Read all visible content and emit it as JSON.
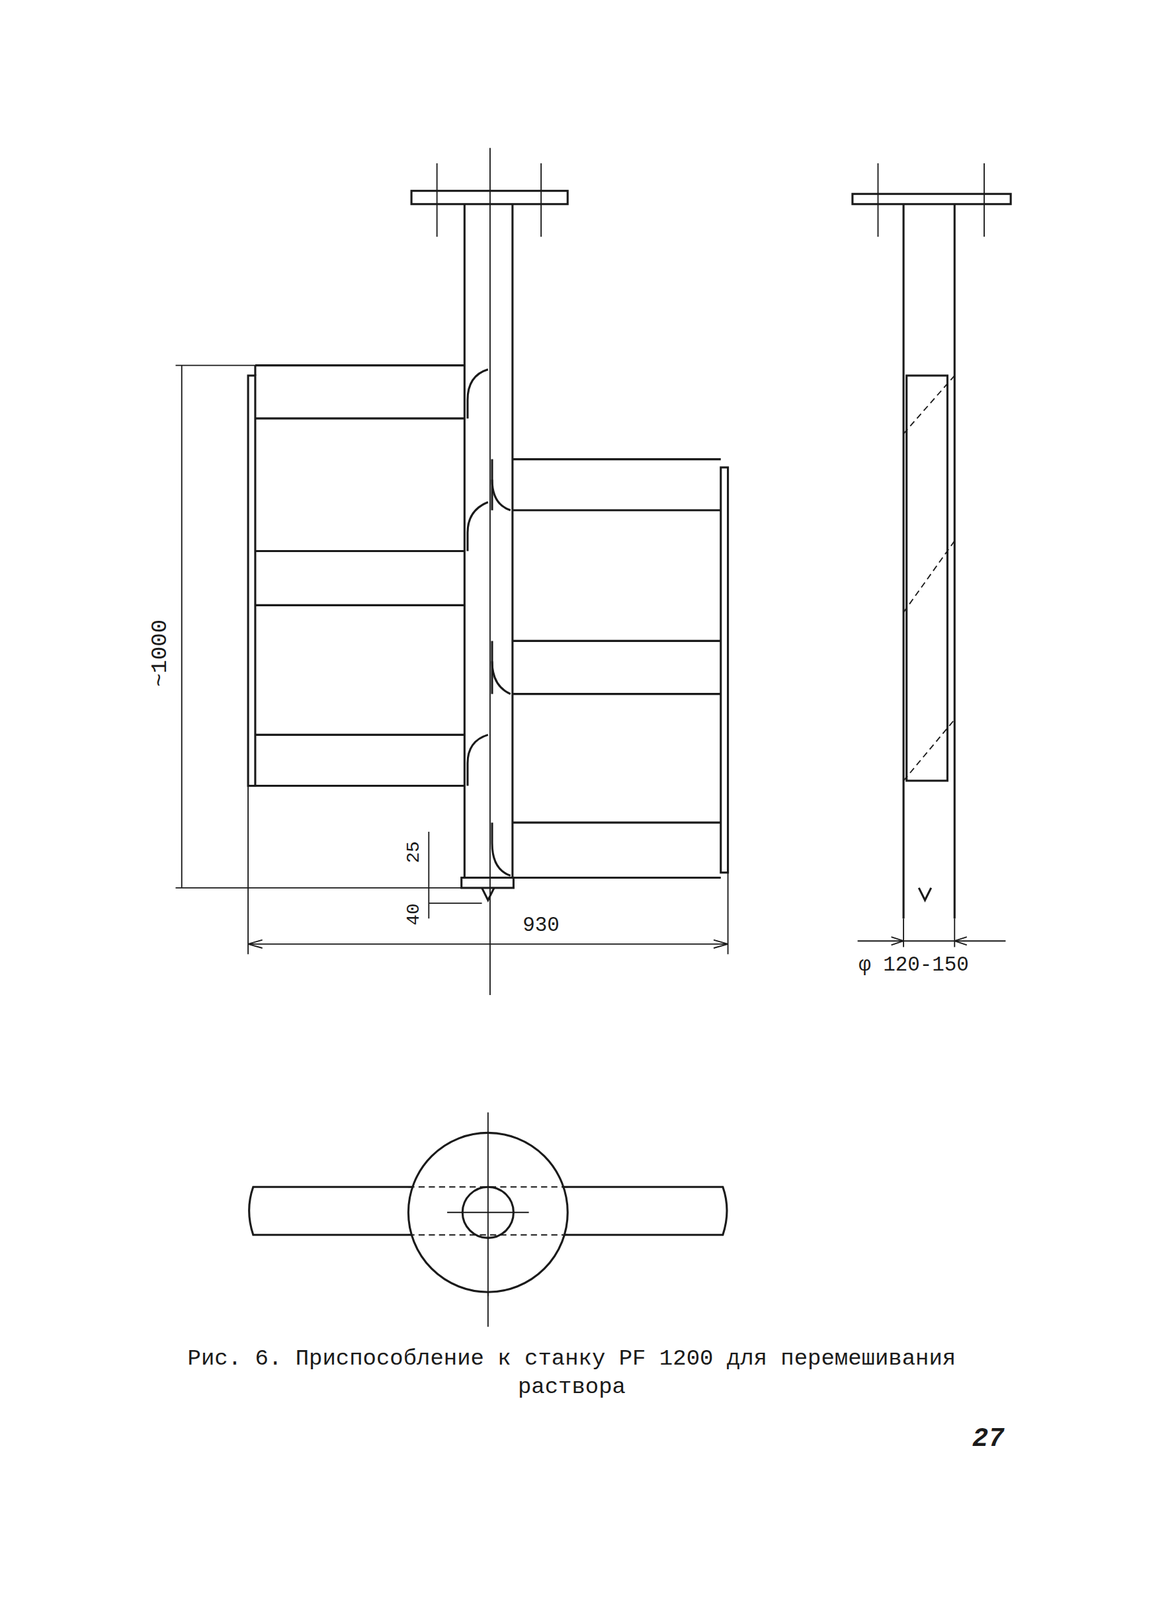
{
  "diagram": {
    "caption": "Рис. 6. Приспособление к станку PF 1200 для перемешивания раствора",
    "labels": [
      "~1000",
      "25",
      "40",
      "930",
      "φ 120-150",
      "27"
    ]
  }
}
